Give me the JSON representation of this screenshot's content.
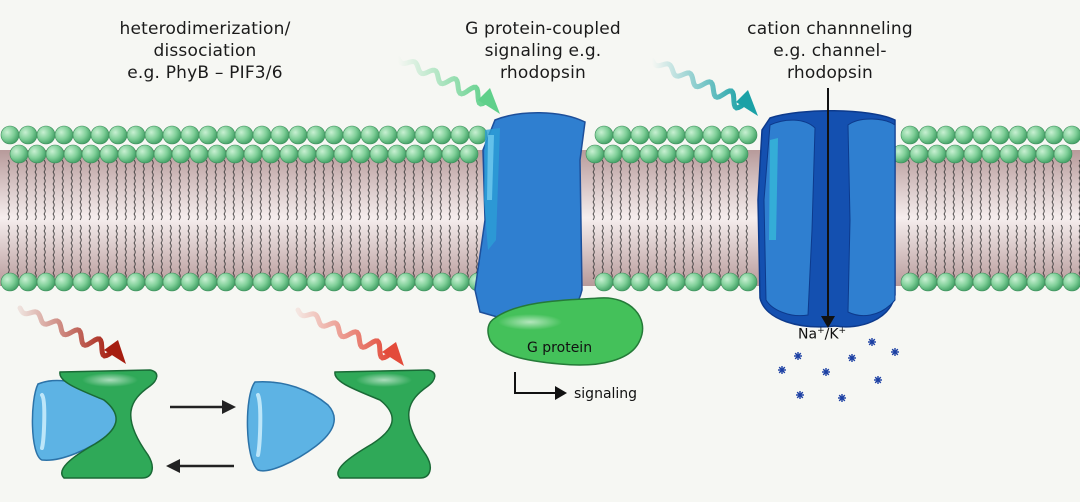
{
  "labels": {
    "dimer": {
      "line1": "heterodimerization/",
      "line2": "dissociation",
      "line3": "e.g. PhyB – PIF3/6"
    },
    "gpcr": {
      "line1": "G protein-coupled",
      "line2": "signaling e.g.",
      "line3": "rhodopsin"
    },
    "channel": {
      "line1": "cation channneling",
      "line2": "e.g. channel-",
      "line3": "rhodopsin"
    }
  },
  "gprotein_label": "G protein",
  "signaling_label": "signaling",
  "ion_label": {
    "na": "Na",
    "slash": "/K",
    "sup": "+"
  },
  "colors": {
    "lipid_head": "#7fcf98",
    "membrane_core": "#ead8d8",
    "gpcr_blue": "#2f7fd0",
    "channel_blue": "#1450b0",
    "channel_dark": "#0d3a8c",
    "gprotein_green": "#44c15a",
    "phyb_blue": "#5db3e4",
    "pif_green": "#2fa958",
    "light_green": "#5fd08a",
    "light_teal": "#1aa1a6",
    "light_red_dark": "#a61e10",
    "light_red": "#e34b3a",
    "ion_dot": "#1b3fa3"
  }
}
